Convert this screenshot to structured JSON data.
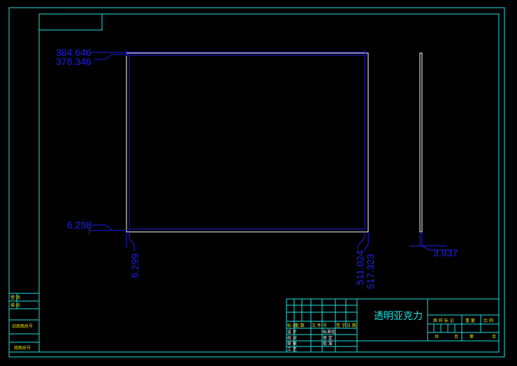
{
  "colors": {
    "background": "#000000",
    "frame": "#20e0e0",
    "part": "#ffffff",
    "dimension": "#2020e8",
    "label_text": "#e8e800"
  },
  "dimensions": {
    "top_outer": "384.646",
    "top_inner": "378.346",
    "left_edge": "6.298",
    "bottom_left": "5.299",
    "bottom_right_inner": "511.024",
    "bottom_right_outer": "517.323",
    "thickness": "3.937"
  },
  "title_block": {
    "part_name": "透明亚克力",
    "left_headers": [
      "标 记",
      "处 数",
      "文 件 号",
      "签 字",
      "日 期"
    ],
    "left_rows": [
      "设 计",
      "校 对",
      "审 核",
      "工 艺"
    ],
    "mid_rows": [
      "标准化",
      "审 定",
      "批 准"
    ],
    "right_headers": [
      "图 样 标 记",
      "重 量",
      "比 例"
    ],
    "right_footer": [
      "共",
      "页",
      "第",
      "页"
    ]
  },
  "side_labels": [
    "借 用",
    "描 校",
    "旧底图总号",
    "底图总号"
  ]
}
